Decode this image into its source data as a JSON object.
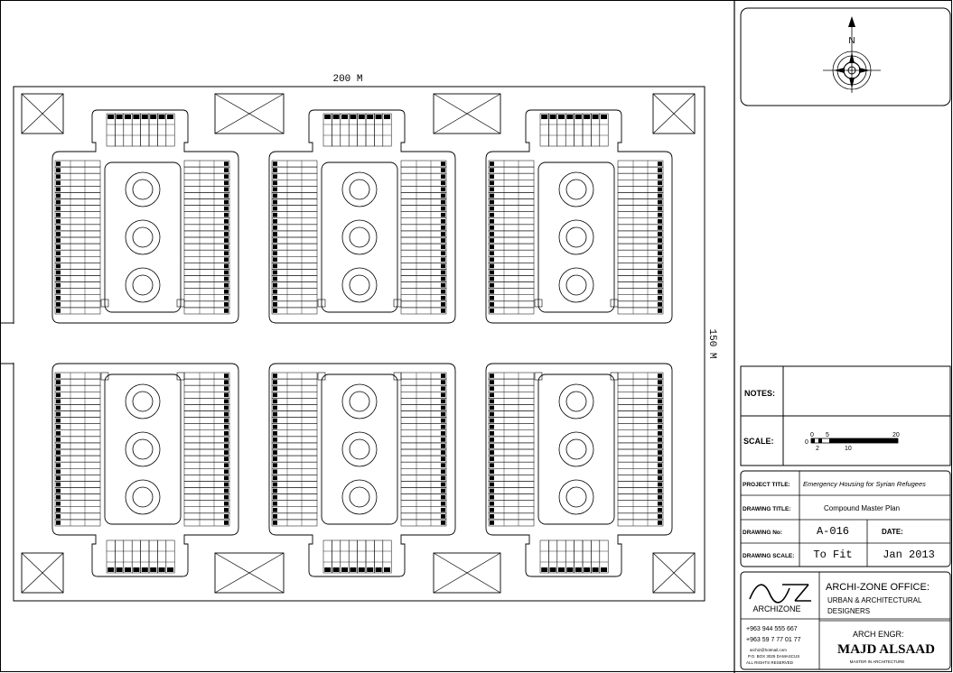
{
  "plan": {
    "width_dim": "200 M",
    "height_dim": "150 M",
    "block_count": 6,
    "units_per_side_column": 24,
    "units_per_end_row": 8,
    "circles_per_block": 3
  },
  "title_block": {
    "north_label": "N",
    "notes_label": "NOTES:",
    "notes_value": "",
    "scale_label": "SCALE:",
    "scale_bar": {
      "top_ticks": [
        "0",
        "5",
        "20"
      ],
      "bottom_ticks": [
        "0",
        "2",
        "10"
      ]
    },
    "project_title_label": "PROJECT TITLE:",
    "project_title": "Emergency Housing for Syrian Refugees",
    "drawing_title_label": "DRAWING TITLE:",
    "drawing_title": "Compound Master Plan",
    "drawing_no_label": "DRAWING No:",
    "drawing_no": "A-016",
    "date_label": "DATE:",
    "drawing_scale_label": "DRAWING SCALE:",
    "drawing_scale": "To Fit",
    "date": "Jan 2013"
  },
  "office": {
    "logo_text": "ARCHIZONE",
    "name": "ARCHI-ZONE OFFICE:",
    "line1": "URBAN & ARCHITECTURAL",
    "line2": "DESIGNERS",
    "phone1": "+963 944 555 667",
    "phone2": "+963 59 7 77 01 77",
    "small1": "archiz@hotmail.com",
    "small2": "P.O. BOX 3025 DAMASCUS",
    "small3": "ALL RIGHTS RESERVED",
    "engr_label": "ARCH ENGR:",
    "engr_name": "MAJD  ALSAAD",
    "engr_sub": "MASTER IN ARCHITECTURE"
  }
}
